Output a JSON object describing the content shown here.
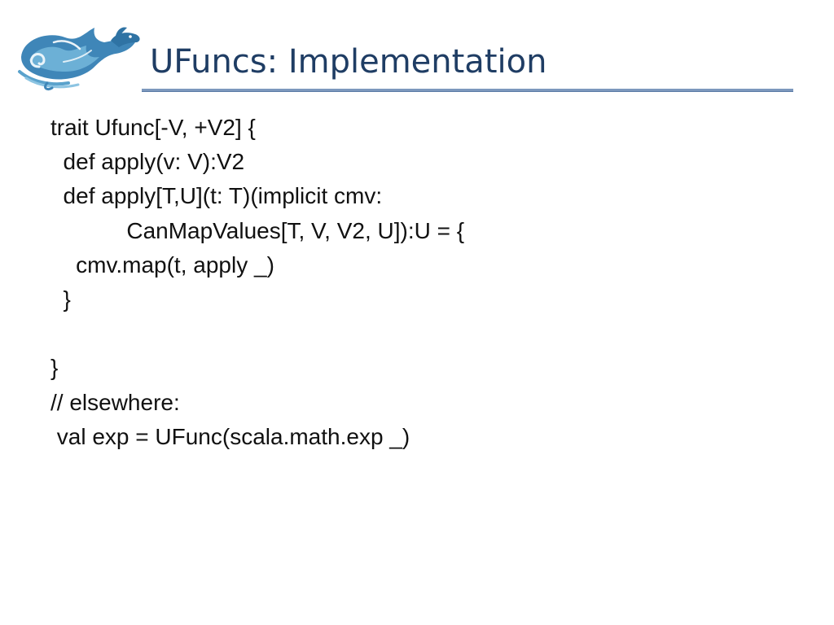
{
  "slide": {
    "title": "UFuncs: Implementation",
    "accent_color": "#1f3d64",
    "rule_color": "#7d98bd",
    "logo_icon": "stylized-blue-wave-creature-logo",
    "code_lines": [
      "trait Ufunc[-V, +V2] {",
      "  def apply(v: V):V2",
      "  def apply[T,U](t: T)(implicit cmv:",
      "            CanMapValues[T, V, V2, U]):U = {",
      "    cmv.map(t, apply _)",
      "  }",
      "",
      "}",
      "// elsewhere:",
      " val exp = UFunc(scala.math.exp _)"
    ]
  }
}
